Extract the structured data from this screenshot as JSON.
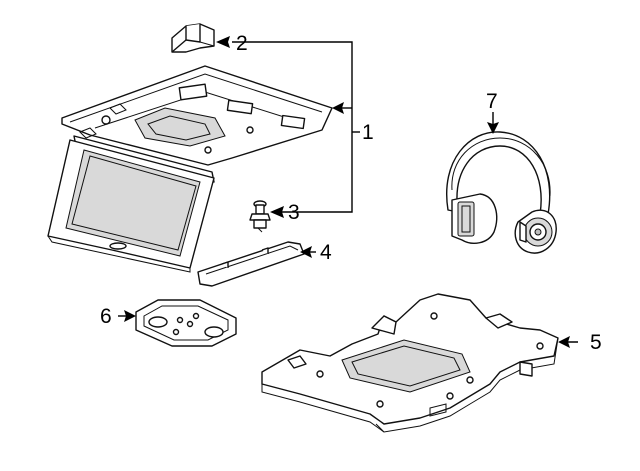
{
  "callouts": [
    {
      "id": "1",
      "label": "1"
    },
    {
      "id": "2",
      "label": "2"
    },
    {
      "id": "3",
      "label": "3"
    },
    {
      "id": "4",
      "label": "4"
    },
    {
      "id": "5",
      "label": "5"
    },
    {
      "id": "6",
      "label": "6"
    },
    {
      "id": "7",
      "label": "7"
    }
  ],
  "parts": [
    {
      "callout": "1",
      "name": "overhead-console-assembly"
    },
    {
      "callout": "2",
      "name": "mounting-bracket"
    },
    {
      "callout": "3",
      "name": "retaining-clip"
    },
    {
      "callout": "4",
      "name": "trim-cover"
    },
    {
      "callout": "5",
      "name": "mounting-bracket-plate"
    },
    {
      "callout": "6",
      "name": "dome-lamp"
    },
    {
      "callout": "7",
      "name": "wireless-headphones"
    }
  ],
  "colors": {
    "line": "#111111",
    "background": "#ffffff"
  }
}
